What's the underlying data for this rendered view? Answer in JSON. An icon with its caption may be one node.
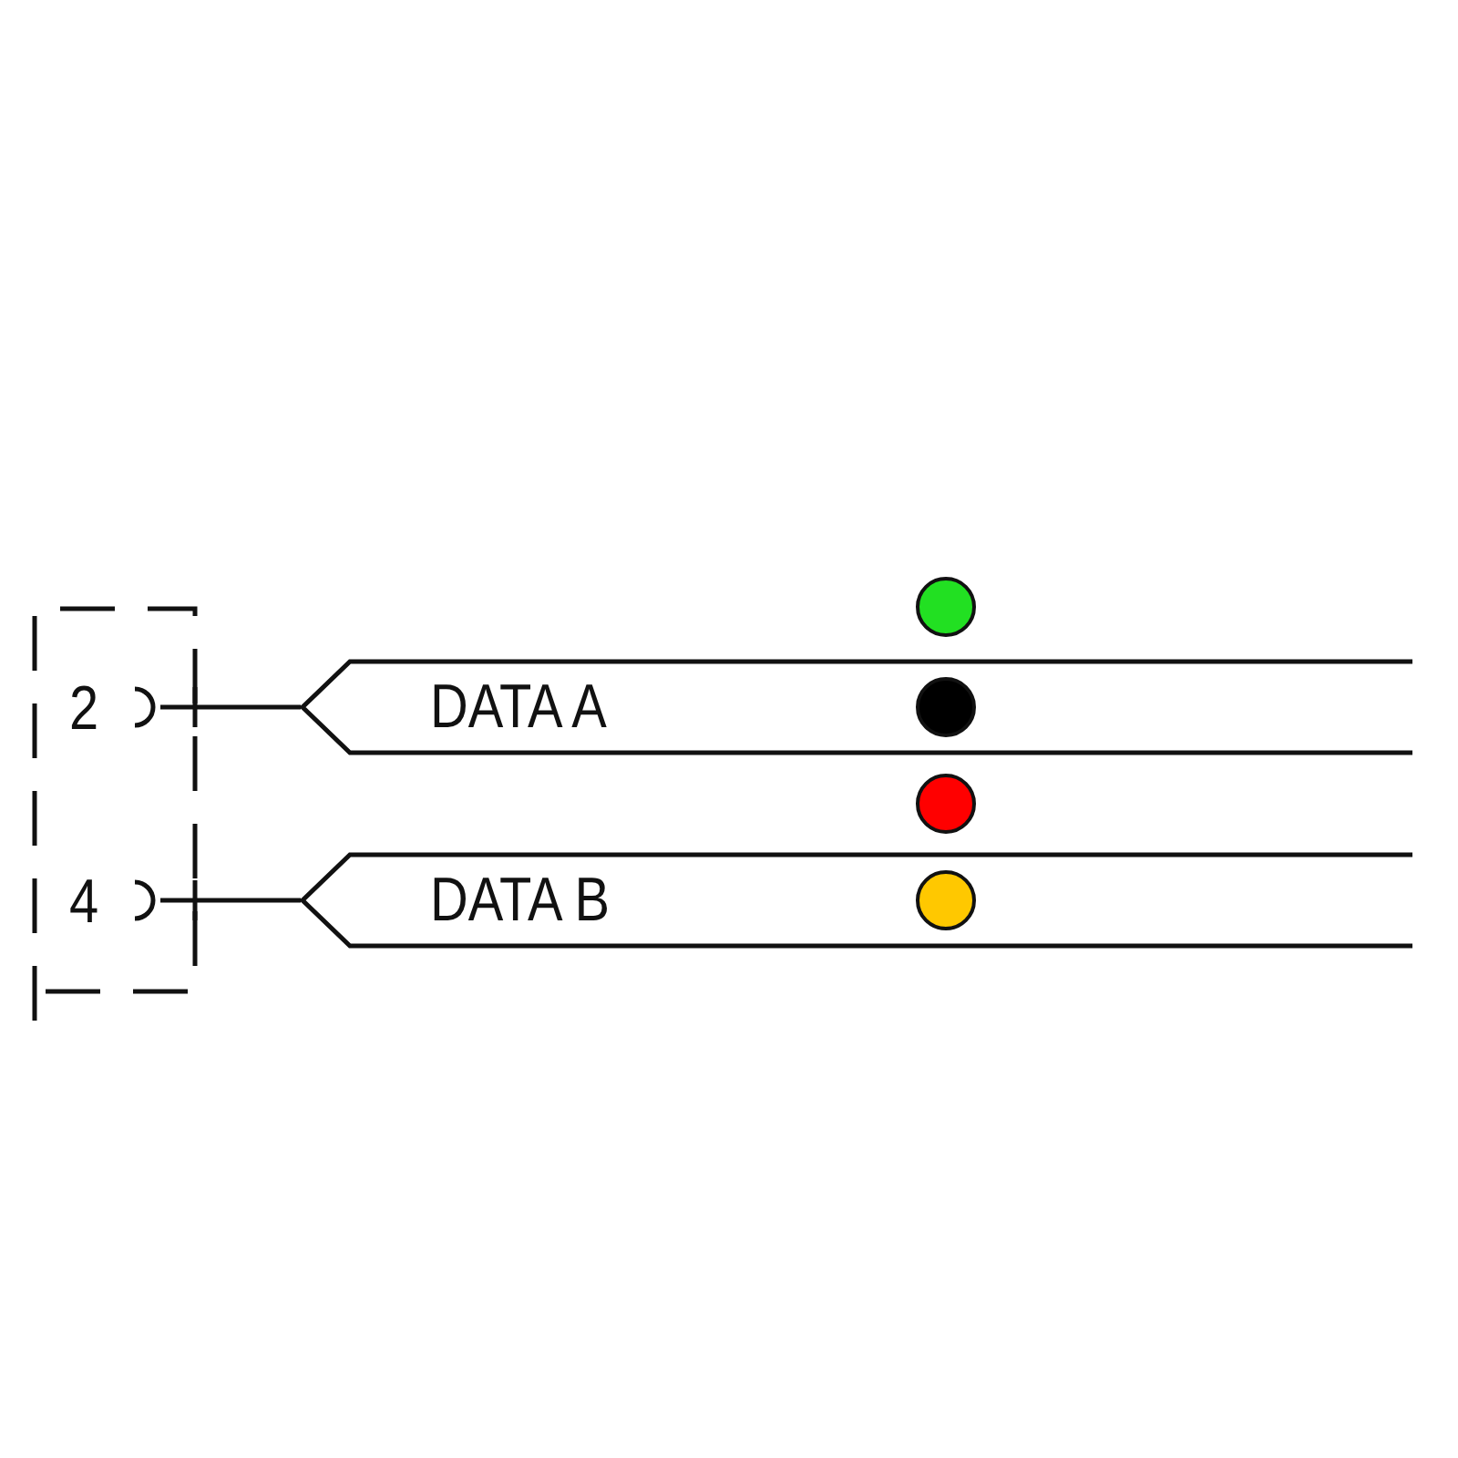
{
  "diagram": {
    "nodes": [
      {
        "text": [],
        "shape": "box"
      },
      {
        "text": [
          "2"
        ],
        "in": 0
      },
      {
        "text": [
          "4"
        ],
        "in": 0
      },
      {
        "text": [
          "DATA A"
        ]
      },
      {
        "text": [
          "DATA B"
        ]
      }
    ],
    "edges": [
      {
        "from": 1,
        "to": 3,
        "arrow": "none"
      },
      {
        "from": 2,
        "to": 4,
        "arrow": "none"
      }
    ]
  }
}
